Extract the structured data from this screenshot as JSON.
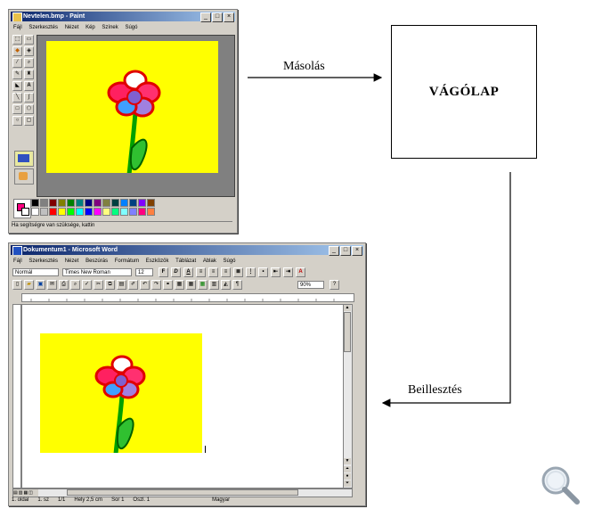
{
  "paint": {
    "title": "Nevtelen.bmp - Paint",
    "menu": [
      "Fájl",
      "Szerkesztés",
      "Nézet",
      "Kép",
      "Színek",
      "Súgó"
    ],
    "status": "Ha segítségre van szüksége, kattin",
    "canvas_color": "#ffff00"
  },
  "word": {
    "title": "Dokumentum1 - Microsoft Word",
    "menu": [
      "Fájl",
      "Szerkesztés",
      "Nézet",
      "Beszúrás",
      "Formátum",
      "Eszközök",
      "Táblázat",
      "Ablak",
      "Súgó"
    ],
    "style": "Normál",
    "font": "Times New Roman",
    "size": "12",
    "zoom": "90%",
    "status": [
      "1. oldal",
      "1. sz",
      "1/1",
      "Hely 2,5 cm",
      "Sor 1",
      "Oszl. 1",
      "Magyar"
    ]
  },
  "diagram": {
    "clipboard_label": "VÁGÓLAP",
    "copy_label": "Másolás",
    "paste_label": "Beillesztés"
  },
  "palette": [
    "#000000",
    "#808080",
    "#800000",
    "#808000",
    "#008000",
    "#008080",
    "#000080",
    "#800080",
    "#808040",
    "#004040",
    "#0080ff",
    "#004080",
    "#8000ff",
    "#804000",
    "#ffffff",
    "#c0c0c0",
    "#ff0000",
    "#ffff00",
    "#00ff00",
    "#00ffff",
    "#0000ff",
    "#ff00ff",
    "#ffff80",
    "#00ff80",
    "#80ffff",
    "#8080ff",
    "#ff0080",
    "#ff8040"
  ],
  "icons": {
    "magnifier": "magnifier-icon",
    "flower": "flower-image"
  }
}
